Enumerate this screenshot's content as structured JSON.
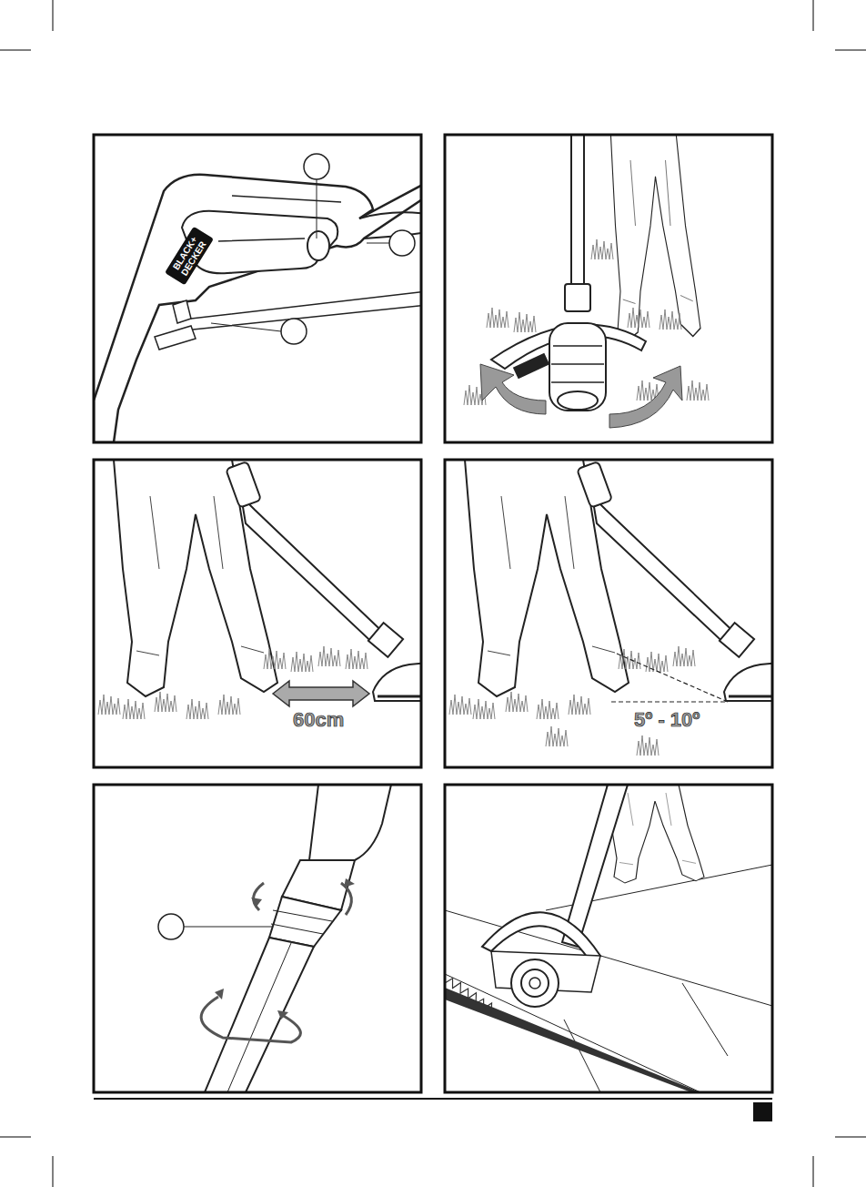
{
  "diagram": {
    "labels": [
      "BLACK+ DECKER",
      "60cm",
      "5º - 10º"
    ]
  }
}
